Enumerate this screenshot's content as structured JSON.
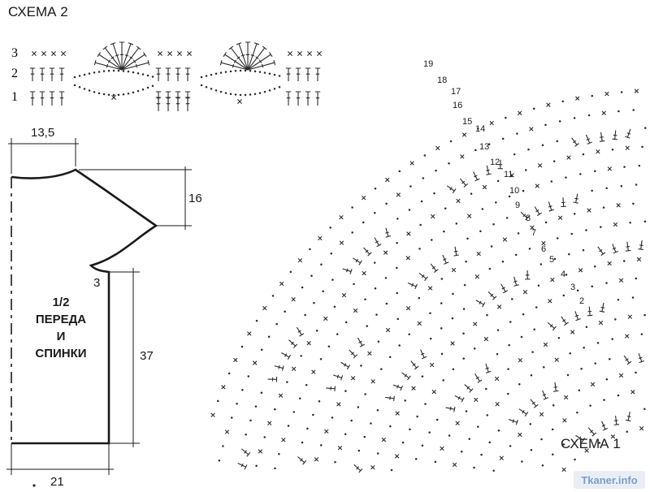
{
  "scheme2": {
    "title": "СХЕМА 2",
    "rows": [
      "3",
      "2",
      "1"
    ]
  },
  "pattern": {
    "dims": {
      "top": "13,5",
      "armhole": "16",
      "underarm": "3",
      "side": "37",
      "bottom": "21"
    },
    "label_lines": [
      "1/2",
      "ПЕРЕДА",
      "И",
      "СПИНКИ"
    ]
  },
  "scheme1": {
    "title": "СХЕМА 1",
    "row_numbers": [
      "19",
      "18",
      "17",
      "16",
      "15",
      "14",
      "13",
      "12",
      "11",
      "10",
      "9",
      "8",
      "7",
      "6",
      "5",
      "4",
      "3",
      "2"
    ]
  },
  "watermark": {
    "text": "Tkaner.info",
    "color": "#7f9dc4"
  },
  "colors": {
    "ink": "#1a1a1a",
    "paper": "#ffffff"
  }
}
